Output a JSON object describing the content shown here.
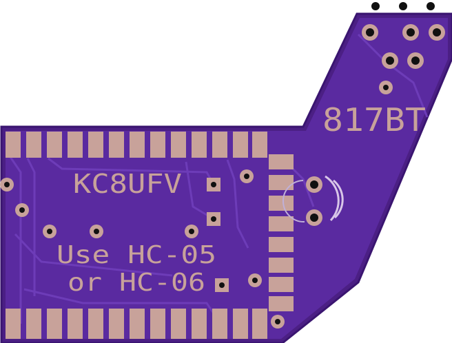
{
  "board": {
    "id_text": "817BT",
    "callsign": "KC8UFV",
    "note_line1": "Use HC-05",
    "note_line2": "or HC-06"
  },
  "colors": {
    "substrate": "#4b1f84",
    "soldermask": "#5a2aa0",
    "trace": "#6d3cb8",
    "outline": "#3a1570",
    "copper": "#c8a29a",
    "drill": "#111111"
  }
}
